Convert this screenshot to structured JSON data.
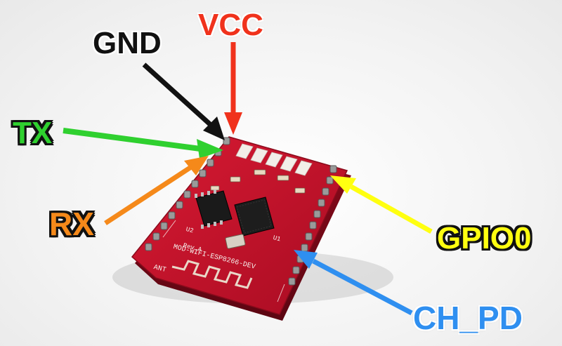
{
  "labels": {
    "gnd": "GND",
    "vcc": "VCC",
    "tx": "TX",
    "rx": "RX",
    "gpio0": "GPIO0",
    "ch_pd": "CH_PD"
  },
  "board": {
    "silkscreen_model": "MOD-WIFI-ESP8266-DEV",
    "silkscreen_rev": "Rev.A",
    "silkscreen_ant": "ANT",
    "silkscreen_u1": "U1",
    "silkscreen_u2": "U2"
  },
  "colors": {
    "gnd": "#111111",
    "vcc": "#f0321c",
    "tx": "#2fd02f",
    "rx": "#f5891a",
    "gpio0": "#ffff10",
    "ch_pd": "#2f8ff0",
    "pcb": "#c8102a"
  }
}
